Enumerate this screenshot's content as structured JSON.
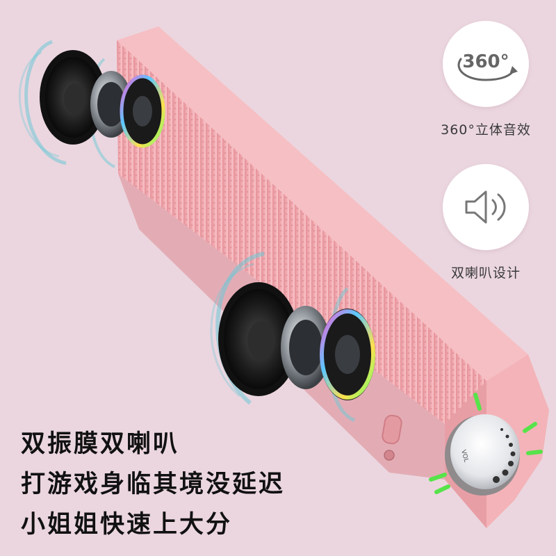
{
  "features": [
    {
      "badge_text": "360°",
      "label": "360°立体音效",
      "icon": "rotate-360-icon"
    },
    {
      "label": "双喇叭设计",
      "icon": "speaker-volume-icon"
    }
  ],
  "headline": [
    "双振膜双喇叭",
    "打游戏身临其境没延迟",
    "小姐姐快速上大分"
  ],
  "knob_label": "VOL",
  "colors": {
    "background": "#ebd6df",
    "speaker_body": "#f0a6ad",
    "ripple": "#6ec9d6",
    "indicator": "#57e34a"
  }
}
